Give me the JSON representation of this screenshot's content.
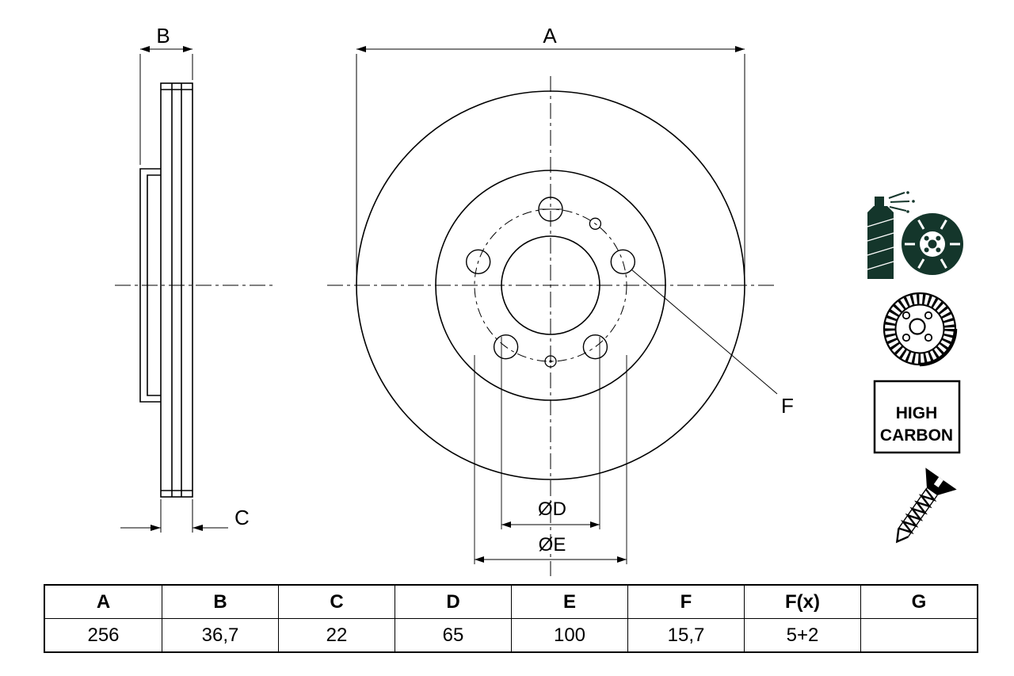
{
  "page": {
    "background": "#ffffff",
    "line_color": "#000000",
    "icon_color": "#14362b"
  },
  "drawing": {
    "dim_labels": {
      "a": "A",
      "b": "B",
      "c": "C",
      "d": "ØD",
      "e": "ØE",
      "f": "F"
    }
  },
  "badge": {
    "line1": "HIGH",
    "line2": "CARBON"
  },
  "icons": {
    "spray": "coating-spray-disc-icon",
    "vented": "ventilated-disc-icon",
    "high_carbon": "high-carbon-badge",
    "screw": "countersunk-screw-icon"
  },
  "table": {
    "headers": [
      "A",
      "B",
      "C",
      "D",
      "E",
      "F",
      "F(x)",
      "G"
    ],
    "values": [
      "256",
      "36,7",
      "22",
      "65",
      "100",
      "15,7",
      "5+2",
      ""
    ]
  }
}
